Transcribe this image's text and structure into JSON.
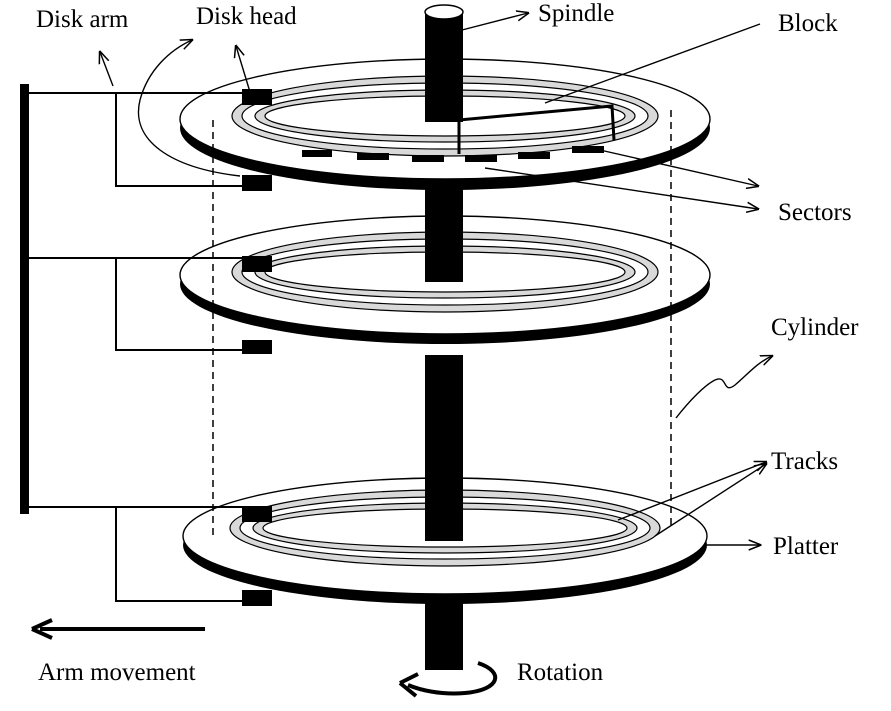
{
  "labels": {
    "disk_arm": "Disk arm",
    "disk_head": "Disk head",
    "spindle": "Spindle",
    "block": "Block",
    "sectors": "Sectors",
    "cylinder": "Cylinder",
    "tracks": "Tracks",
    "platter": "Platter",
    "arm_movement": "Arm movement",
    "rotation": "Rotation"
  },
  "platter_count": 3,
  "colors": {
    "ink": "#000000",
    "track_fill": "#d9d9d9",
    "background": "#ffffff"
  }
}
